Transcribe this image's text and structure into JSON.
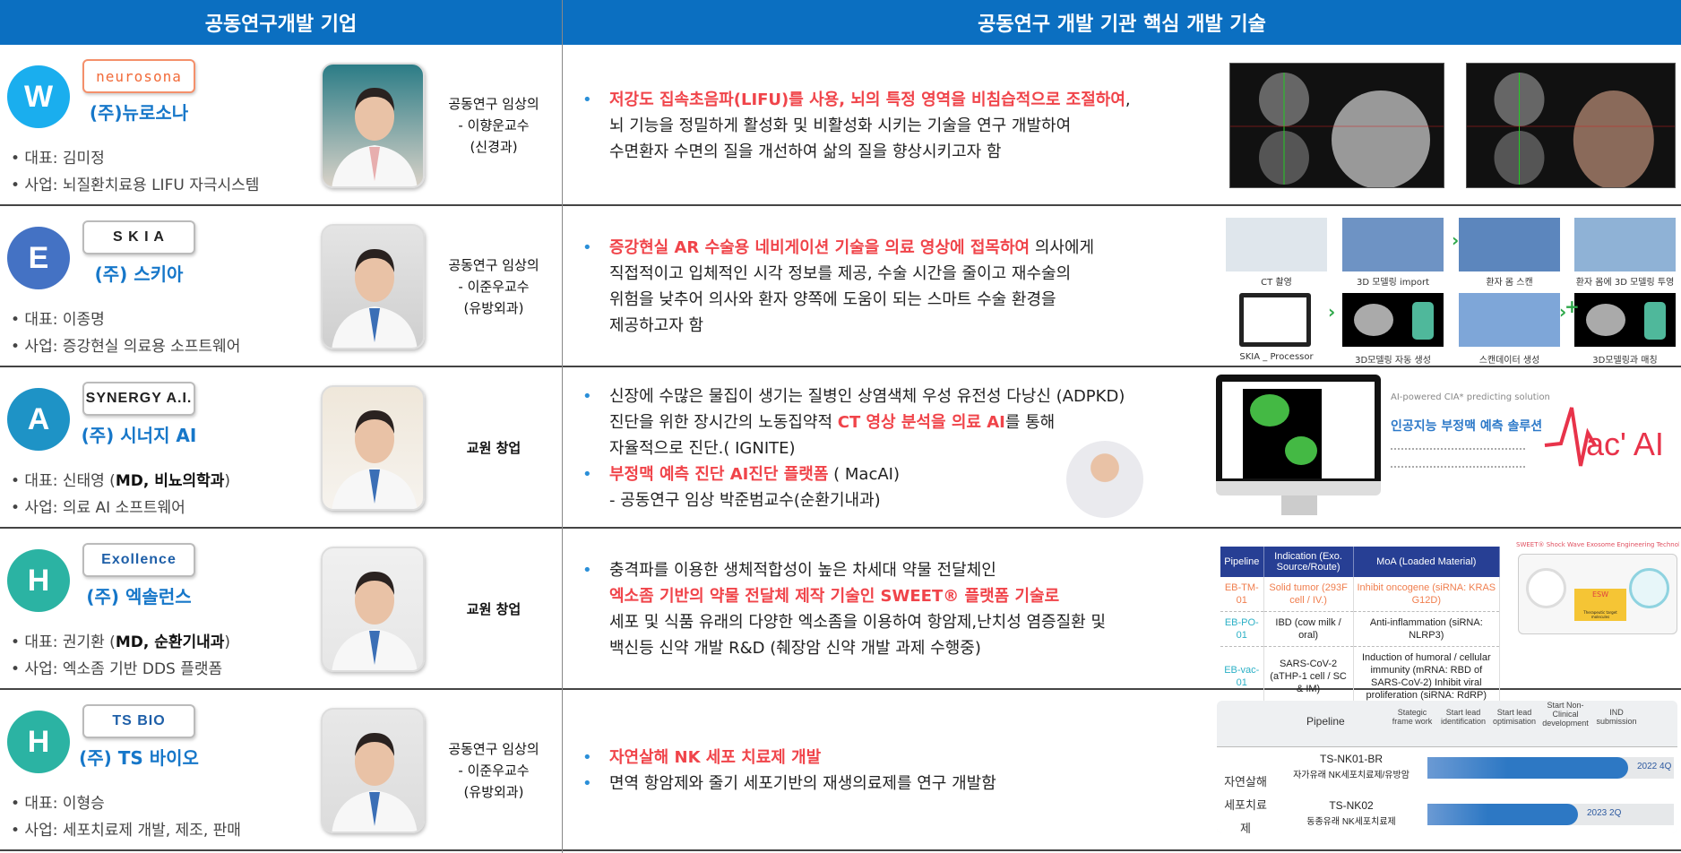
{
  "header": {
    "left": "공동연구개발 기업",
    "right": "공동연구 개발 기관  핵심 개발 기술"
  },
  "rows": [
    {
      "letter": "W",
      "color": "#1aaeee",
      "logo": "neurosona",
      "logo_color": "#f26b3a",
      "name": "(주)뉴로소나",
      "ceo_label": "대표: ",
      "ceo": "김미정",
      "ceo_bold": "",
      "biz_label": "사업: ",
      "biz": "뇌질환치료용 LIFU 자극시스템",
      "aff": [
        "공동연구 임상의",
        "- 이향운교수",
        "(신경과)"
      ],
      "tech": [
        [
          {
            "t": "저강도 집속초음파(LIFU)를 사용, 뇌의 특정 영역을 비침습적으로 조절하여",
            "r": true
          },
          {
            "t": ","
          }
        ],
        [
          {
            "t": "뇌 기능을 정밀하게 활성화 및 비활성화 시키는 기술을 연구 개발하여"
          }
        ],
        [
          {
            "t": "수면환자 수면의 질을 개선하여 삶의 질을 향상시키고자 함"
          }
        ]
      ],
      "tech_bullets": [
        true,
        false,
        false
      ]
    },
    {
      "letter": "E",
      "color": "#4472c4",
      "logo": "S K I A",
      "logo_color": "#222",
      "name": "(주) 스키아",
      "ceo_label": "대표: ",
      "ceo": "이종명",
      "ceo_bold": "",
      "biz_label": "사업: ",
      "biz": "증강현실 의료용 소프트웨어",
      "aff": [
        "공동연구 임상의",
        "- 이준우교수",
        "(유방외과)"
      ],
      "tech": [
        [
          {
            "t": "증강현실 AR 수술용 네비게이션 기술을 의료 영상에 접목하여",
            "r": true
          },
          {
            "t": " 의사에게"
          }
        ],
        [
          {
            "t": "직접적이고 입체적인 시각 정보를 제공, 수술 시간을 줄이고  재수술의"
          }
        ],
        [
          {
            "t": "위험을 낮추어 의사와 환자 양쪽에 도움이 되는 스마트 수술 환경을"
          }
        ],
        [
          {
            "t": "제공하고자 함"
          }
        ]
      ],
      "tech_bullets": [
        true,
        false,
        false,
        false
      ],
      "captions": [
        "CT 촬영",
        "3D 모델링 import",
        "환자 몸 스캔",
        "환자 몸에 3D 모델링 투영",
        "SKIA _ Processor",
        "3D모델링 자동 생성",
        "스캔데이터 생성",
        "3D모델링과 매칭"
      ]
    },
    {
      "letter": "A",
      "color": "#1e93c6",
      "logo": "SYNERGY A.I.",
      "logo_color": "#222",
      "name": "(주) 시너지 AI",
      "ceo_label": "대표: ",
      "ceo": "신태영 (",
      "ceo_bold": "MD, 비뇨의학과",
      "ceo_end": ")",
      "biz_label": "사업: ",
      "biz": "의료 AI 소프트웨어",
      "aff": [
        "교원 창업"
      ],
      "tech": [
        [
          {
            "t": "신장에 수많은 물집이 생기는 질병인 상염색체 우성 유전성 다낭신 (ADPKD)"
          }
        ],
        [
          {
            "t": "진단을 위한 장시간의 노동집약적 "
          },
          {
            "t": "CT 영상 분석을 의료 AI",
            "r": true
          },
          {
            "t": "를 통해"
          }
        ],
        [
          {
            "t": "자율적으로 진단.( IGNITE)"
          }
        ],
        [
          {
            "t": "부정맥 예측 진단 AI진단 플랫폼",
            "r": true
          },
          {
            "t": " ( MacAI)"
          }
        ],
        [
          {
            "t": "-  공동연구 임상 박준범교수(순환기내과)"
          }
        ]
      ],
      "tech_bullets": [
        true,
        false,
        false,
        true,
        false
      ],
      "macai": {
        "subtitle": "AI-powered CIA* predicting solution",
        "title": "인공지능 부정맥 예측 솔루션",
        "logo": "ac' AI"
      }
    },
    {
      "letter": "H",
      "color": "#2bb3a3",
      "logo": "Exollence",
      "logo_color": "#1e5fa8",
      "name": "(주) 엑솔런스",
      "ceo_label": "대표: ",
      "ceo": "권기환 (",
      "ceo_bold": "MD, 순환기내과",
      "ceo_end": ")",
      "biz_label": "사업: ",
      "biz": "엑소좀 기반 DDS 플랫폼",
      "aff": [
        "교원 창업"
      ],
      "tech": [
        [
          {
            "t": "충격파를 이용한 생체적합성이 높은 차세대 약물 전달체인"
          }
        ],
        [
          {
            "t": "엑소좀 기반의 약물 전달체 제작 기술인 SWEET® 플랫폼 기술로",
            "r": true
          }
        ],
        [
          {
            "t": "세포 및 식품 유래의 다양한 엑소좀을 이용하여 항암제,난치성 염증질환 및"
          }
        ],
        [
          {
            "t": "백신등 신약 개발 R&D (췌장암 신약 개발 과제 수행중)"
          }
        ]
      ],
      "tech_bullets": [
        true,
        false,
        false,
        false
      ],
      "table": {
        "headers": [
          "Pipeline",
          "Indication (Exo. Source/Route)",
          "MoA (Loaded Material)"
        ],
        "rows": [
          [
            "EB-TM-01",
            "Solid tumor (293F cell / IV.)",
            "Inhibit oncogene (siRNA: KRAS G12D)"
          ],
          [
            "EB-PO-01",
            "IBD (cow milk / oral)",
            "Anti-inflammation (siRNA: NLRP3)"
          ],
          [
            "EB-vac-01",
            "SARS-CoV-2 (aTHP-1 cell / SC & IM)",
            "Induction of humoral / cellular immunity (mRNA: RBD of SARS-CoV-2) Inhibit viral proliferation (siRNA: RdRP)"
          ]
        ]
      },
      "sweet": {
        "title": "SWEET® Shock Wave Exosome Engineering Technology",
        "label": "ESW",
        "sub": "Therapeutic target molecules"
      }
    },
    {
      "letter": "H",
      "color": "#2bb3a3",
      "logo": "TS BIO",
      "logo_color": "#1e5fa8",
      "name": "(주) TS 바이오",
      "ceo_label": "대표: ",
      "ceo": "이형승",
      "ceo_bold": "",
      "biz_label": "사업: ",
      "biz": "세포치료제 개발, 제조, 판매",
      "aff": [
        "공동연구 임상의",
        "- 이준우교수",
        "(유방외과)"
      ],
      "tech": [
        [
          {
            "t": "자연살해 NK 세포 치료제 개발",
            "r": true
          }
        ],
        [
          {
            "t": "면역 항암제와 줄기 세포기반의 재생의료제를 연구 개발함"
          }
        ]
      ],
      "tech_bullets": [
        true,
        true
      ],
      "pipeline": {
        "header": "Pipeline",
        "stages": [
          "Stategic frame work",
          "Start lead identification",
          "Start lead optimisation",
          "Start Non-Clinical development",
          "IND submission"
        ],
        "category": "자연살해 세포치료제",
        "items": [
          {
            "code": "TS-NK01-BR",
            "desc": "자가유래 NK세포치료제/유방암",
            "progress": 0.8,
            "date": "2022 4Q"
          },
          {
            "code": "TS-NK02",
            "desc": "동종유래 NK세포치료제",
            "progress": 0.6,
            "date": "2023 2Q"
          }
        ]
      }
    }
  ]
}
